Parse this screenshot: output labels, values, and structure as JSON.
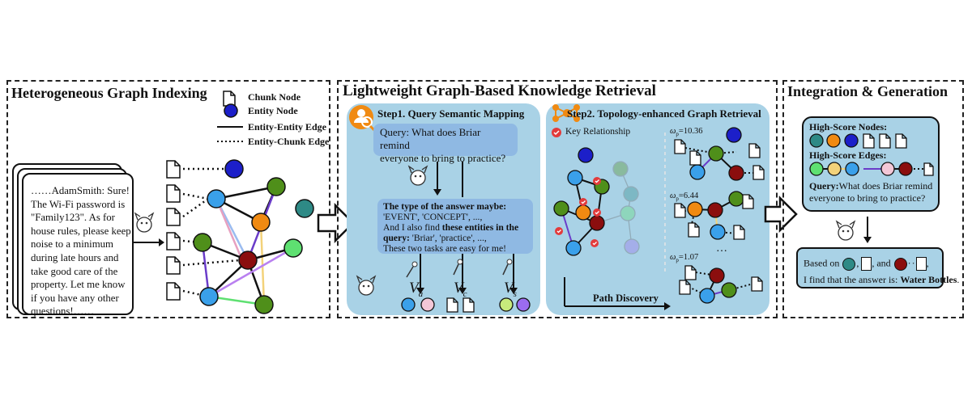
{
  "panels": {
    "indexing_title": "Heterogeneous Graph Indexing",
    "retrieval_title": "Lightweight Graph-Based Knowledge Retrieval",
    "integration_title": "Integration & Generation"
  },
  "legend": {
    "chunk_node": "Chunk Node",
    "entity_node": "Entity Node",
    "entity_entity_edge": "Entity-Entity Edge",
    "entity_chunk_edge": "Entity-Chunk Edge"
  },
  "chunk_text": {
    "line1": "……AdamSmith: Sure!",
    "line2": "The Wi-Fi password is",
    "line3": "\"Family123\". As for",
    "line4": "house rules, please keep",
    "line5": "noise to a minimum",
    "line6": "during late hours and",
    "line7": "take good care of the",
    "line8": "property. Let me know",
    "line9": "if you have any other",
    "line10": "questions!……"
  },
  "step1": {
    "title": "Step1. Query Semantic Mapping",
    "query_line1": "Query: What does Briar remind",
    "query_line2": "everyone to bring to practice?",
    "answer_type_label": "The type of the answer maybe:",
    "answer_types": "'EVENT', 'CONCEPT', ...,",
    "entities_prefix": "And I also find ",
    "entities_bold": "these entities in the",
    "entities_bold2": "query: ",
    "entities_list": "'Briar', 'practice', ...,",
    "easy_text": "These two tasks are easy for me!",
    "v_a": "V",
    "v_a_sub": "a",
    "v_c": "V",
    "v_c_sub": "c",
    "v_s": "V",
    "v_s_sub": "s"
  },
  "step2": {
    "title": "Step2. Topology-enhanced Graph Retrieval",
    "key_relationship": "Key Relationship",
    "path_discovery": "Path Discovery",
    "w1": "ω",
    "w1_sub": "p",
    "w1_val": "=10.36",
    "w2": "ω",
    "w2_sub": "p",
    "w2_val": "=6.44",
    "w3": "ω",
    "w3_sub": "p",
    "w3_val": "=1.07",
    "ellipsis": "…"
  },
  "integration": {
    "high_nodes": "High-Score Nodes:",
    "high_edges": "High-Score Edges:",
    "query_label": "Query:",
    "query_line1": "What does Briar remind",
    "query_line2": "everyone to bring to practice?",
    "based_on": "Based on",
    "comma": ",",
    "and": ", and",
    "answer_prefix": "I find that the answer is: ",
    "answer": "Water Bottles",
    "period": "."
  },
  "colors": {
    "entity_blue": "#1c1fc9",
    "node_green": "#4f8f1a",
    "node_orange": "#f08a12",
    "node_lightblue": "#3aa0ea",
    "node_darkred": "#8b0e0e",
    "node_teal": "#2e8a86",
    "node_lime": "#5ee071",
    "node_pink": "#f3c7d7",
    "node_yellowgreen": "#c7ea7c",
    "node_purple": "#9b6cf0",
    "panel_bg": "#a9d2e6",
    "bubble_bg": "#8fb9e3",
    "check_red": "#e23b3b"
  }
}
